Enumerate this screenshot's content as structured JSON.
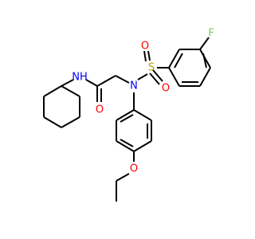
{
  "atoms": {
    "nh": {
      "label": "NH",
      "color": "#0000ff"
    },
    "o_carbonyl": {
      "label": "O",
      "color": "#ff0000"
    },
    "n_sulfonamide": {
      "label": "N",
      "color": "#0000ff"
    },
    "s": {
      "label": "S",
      "color": "#b8a000"
    },
    "o_sulfonyl_1": {
      "label": "O",
      "color": "#ff0000"
    },
    "o_sulfonyl_2": {
      "label": "O",
      "color": "#ff0000"
    },
    "f": {
      "label": "F",
      "color": "#7ec850"
    },
    "o_ether": {
      "label": "O",
      "color": "#ff0000"
    }
  },
  "bond_color": "#000000",
  "background": "#ffffff"
}
